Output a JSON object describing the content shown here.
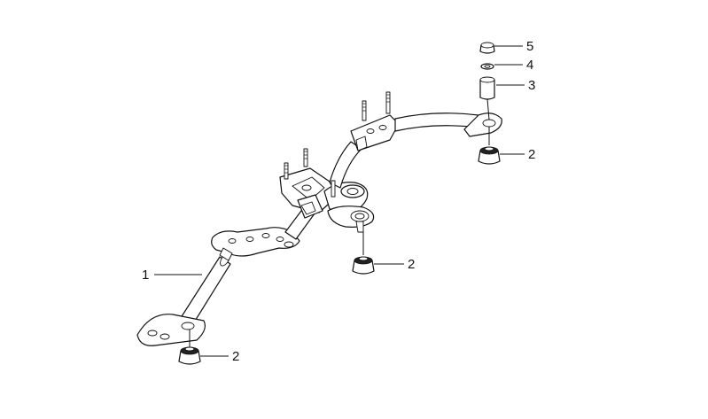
{
  "diagram": {
    "callouts": [
      {
        "id": "callout-1",
        "label": "1"
      },
      {
        "id": "callout-2a",
        "label": "2"
      },
      {
        "id": "callout-2b",
        "label": "2"
      },
      {
        "id": "callout-2c",
        "label": "2"
      },
      {
        "id": "callout-3",
        "label": "3"
      },
      {
        "id": "callout-4",
        "label": "4"
      },
      {
        "id": "callout-5",
        "label": "5"
      }
    ]
  }
}
